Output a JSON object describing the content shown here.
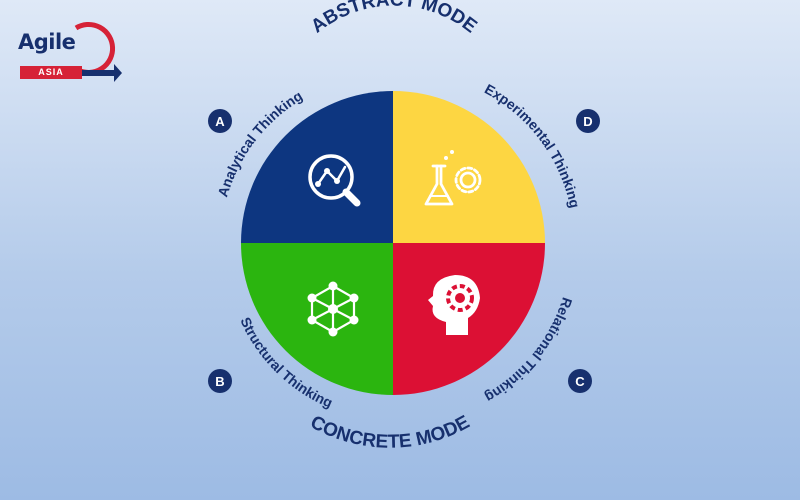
{
  "logo": {
    "word": "Agile",
    "sub": "ASIA"
  },
  "modes": {
    "top": "ABSTRACT MODE",
    "bottom": "CONCRETE MODE"
  },
  "quadrants": [
    {
      "id": "A",
      "label": "Analytical Thinking",
      "color": "#0d3680",
      "icon": "magnifier-analytics-icon"
    },
    {
      "id": "D",
      "label": "Experimental Thinking",
      "color": "#fdd642",
      "icon": "flask-gear-icon"
    },
    {
      "id": "C",
      "label": "Relational Thinking",
      "color": "#dc1034",
      "icon": "head-gears-icon"
    },
    {
      "id": "B",
      "label": "Structural Thinking",
      "color": "#2bb50f",
      "icon": "network-hexagon-icon"
    }
  ],
  "colors": {
    "navy": "#17306e",
    "accent_red": "#d62237"
  }
}
